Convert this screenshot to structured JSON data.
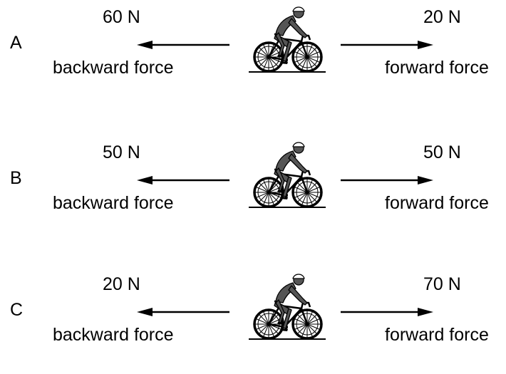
{
  "options": [
    {
      "letter": "A",
      "backward": {
        "magnitude": "60 N",
        "label": "backward force"
      },
      "forward": {
        "magnitude": "20 N",
        "label": "forward force"
      }
    },
    {
      "letter": "B",
      "backward": {
        "magnitude": "50 N",
        "label": "backward force"
      },
      "forward": {
        "magnitude": "50 N",
        "label": "forward force"
      }
    },
    {
      "letter": "C",
      "backward": {
        "magnitude": "20 N",
        "label": "backward force"
      },
      "forward": {
        "magnitude": "70 N",
        "label": "forward force"
      }
    }
  ],
  "icons": {
    "cyclist": "cyclist-icon",
    "backward_arrow": "arrow-left-icon",
    "forward_arrow": "arrow-right-icon"
  },
  "colors": {
    "ink": "#000000",
    "rider": "#555555",
    "background": "#ffffff"
  }
}
